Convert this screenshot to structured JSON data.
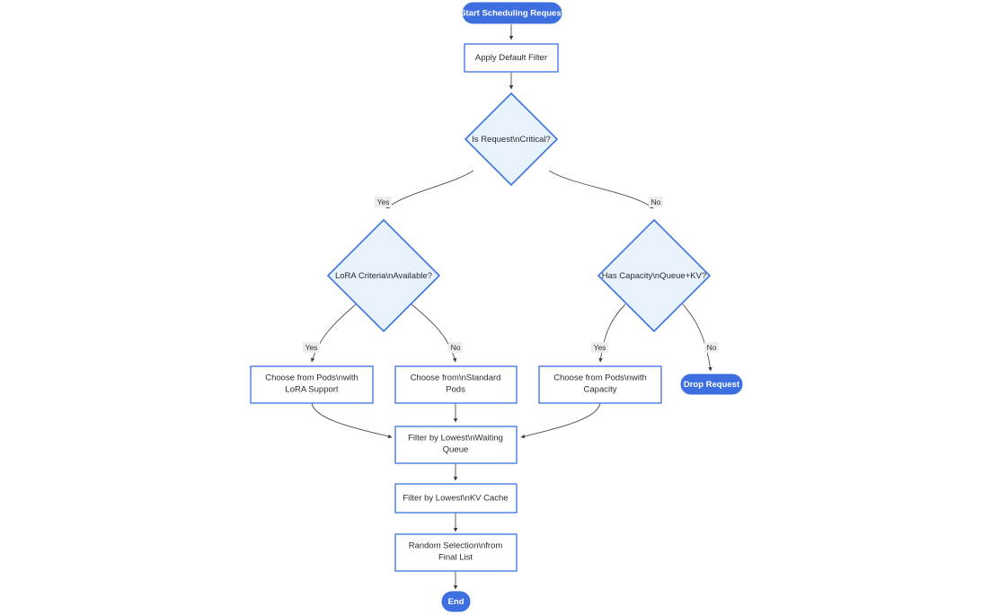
{
  "diagram": {
    "title": "Start Scheduling Request",
    "type": "flowchart",
    "direction": "top-down",
    "colors": {
      "terminal_fill": "#3d6fe0",
      "terminal_text": "#ffffff",
      "decision_fill": "#e7f2fd",
      "decision_stroke": "#3b74df",
      "process_fill": "#ffffff",
      "process_stroke": "#4a7ae0",
      "edge_stroke": "#4c4c52",
      "edge_label_bg": "#ededed",
      "text": "#2b2b30",
      "background": "#ffffff"
    }
  },
  "nodes": {
    "start": {
      "label": "Start Scheduling Request",
      "shape": "stadium"
    },
    "apply_filter": {
      "label": "Apply Default Filter",
      "shape": "rect"
    },
    "is_critical": {
      "label": "Is Request\\nCritical?",
      "shape": "diamond"
    },
    "lora_criteria": {
      "label": "LoRA Criteria\\nAvailable?",
      "shape": "diamond"
    },
    "has_capacity": {
      "label": "Has Capacity\\nQueue+KV?",
      "shape": "diamond"
    },
    "choose_lora": {
      "label": "Choose from Pods\\nwith LoRA Support",
      "line1": "Choose from Pods\\nwith",
      "line2": "LoRA Support",
      "shape": "rect"
    },
    "choose_standard": {
      "label": "Choose from\\nStandard Pods",
      "line1": "Choose from\\nStandard",
      "line2": "Pods",
      "shape": "rect"
    },
    "choose_capacity": {
      "label": "Choose from Pods\\nwith Capacity",
      "line1": "Choose from Pods\\nwith",
      "line2": "Capacity",
      "shape": "rect"
    },
    "drop_request": {
      "label": "Drop Request",
      "shape": "stadium"
    },
    "filter_queue": {
      "label": "Filter by Lowest\\nWaiting Queue",
      "line1": "Filter by Lowest\\nWaiting",
      "line2": "Queue",
      "shape": "rect"
    },
    "filter_kv": {
      "label": "Filter by Lowest\\nKV Cache",
      "line1": "Filter by Lowest\\nKV Cache",
      "line2": "",
      "shape": "rect"
    },
    "random_selection": {
      "label": "Random Selection\\nfrom Final List",
      "line1": "Random Selection\\nfrom",
      "line2": "Final List",
      "shape": "rect"
    },
    "end": {
      "label": "End",
      "shape": "stadium"
    }
  },
  "edge_labels": {
    "critical_yes": "Yes",
    "critical_no": "No",
    "lora_yes": "Yes",
    "lora_no": "No",
    "capacity_yes": "Yes",
    "capacity_no": "No"
  },
  "edges": [
    {
      "from": "start",
      "to": "apply_filter",
      "label": ""
    },
    {
      "from": "apply_filter",
      "to": "is_critical",
      "label": ""
    },
    {
      "from": "is_critical",
      "to": "lora_criteria",
      "label": "Yes"
    },
    {
      "from": "is_critical",
      "to": "has_capacity",
      "label": "No"
    },
    {
      "from": "lora_criteria",
      "to": "choose_lora",
      "label": "Yes"
    },
    {
      "from": "lora_criteria",
      "to": "choose_standard",
      "label": "No"
    },
    {
      "from": "has_capacity",
      "to": "choose_capacity",
      "label": "Yes"
    },
    {
      "from": "has_capacity",
      "to": "drop_request",
      "label": "No"
    },
    {
      "from": "choose_lora",
      "to": "filter_queue",
      "label": ""
    },
    {
      "from": "choose_standard",
      "to": "filter_queue",
      "label": ""
    },
    {
      "from": "choose_capacity",
      "to": "filter_queue",
      "label": ""
    },
    {
      "from": "filter_queue",
      "to": "filter_kv",
      "label": ""
    },
    {
      "from": "filter_kv",
      "to": "random_selection",
      "label": ""
    },
    {
      "from": "random_selection",
      "to": "end",
      "label": ""
    }
  ]
}
